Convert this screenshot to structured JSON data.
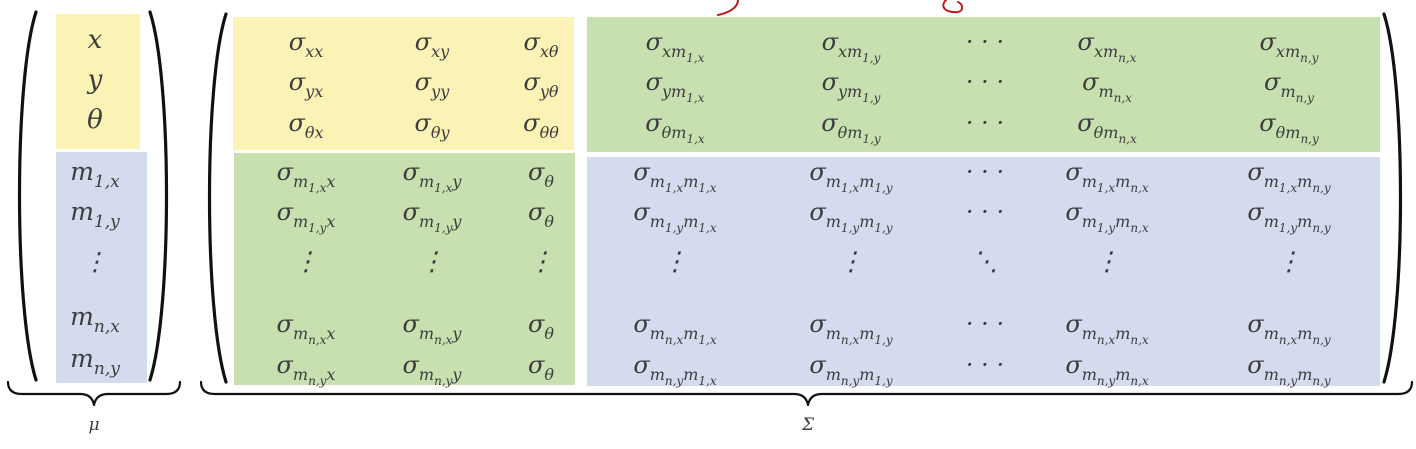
{
  "colors": {
    "yellow": "#fbf3b6",
    "green": "#c8e0b0",
    "blue": "#d4dbef",
    "ink": "#c01818"
  },
  "mu": {
    "label": "μ",
    "entries": [
      {
        "base": "x",
        "sub": ""
      },
      {
        "base": "y",
        "sub": ""
      },
      {
        "base": "θ",
        "sub": ""
      },
      {
        "base": "m",
        "sub": "1,x"
      },
      {
        "base": "m",
        "sub": "1,y"
      },
      {
        "base": "⋮",
        "sub": ""
      },
      {
        "base": "m",
        "sub": "n,x"
      },
      {
        "base": "m",
        "sub": "n,y"
      }
    ]
  },
  "sigma": {
    "label": "Σ",
    "rows": [
      [
        {
          "base": "σ",
          "sub": "xx"
        },
        {
          "base": "σ",
          "sub": "xy"
        },
        {
          "base": "σ",
          "sub": "xθ"
        },
        {
          "base": "σ",
          "sub": "xm",
          "sub2": "1,x"
        },
        {
          "base": "σ",
          "sub": "xm",
          "sub2": "1,y"
        },
        {
          "base": "· · ·",
          "sub": ""
        },
        {
          "base": "σ",
          "sub": "xm",
          "sub2": "n,x"
        },
        {
          "base": "σ",
          "sub": "xm",
          "sub2": "n,y"
        }
      ],
      [
        {
          "base": "σ",
          "sub": "yx"
        },
        {
          "base": "σ",
          "sub": "yy"
        },
        {
          "base": "σ",
          "sub": "yθ"
        },
        {
          "base": "σ",
          "sub": "ym",
          "sub2": "1,x"
        },
        {
          "base": "σ",
          "sub": "ym",
          "sub2": "1,y"
        },
        {
          "base": "· · ·",
          "sub": ""
        },
        {
          "base": "σ",
          "sub": "m",
          "sub2": "n,x"
        },
        {
          "base": "σ",
          "sub": "m",
          "sub2": "n,y"
        }
      ],
      [
        {
          "base": "σ",
          "sub": "θx"
        },
        {
          "base": "σ",
          "sub": "θy"
        },
        {
          "base": "σ",
          "sub": "θθ"
        },
        {
          "base": "σ",
          "sub": "θm",
          "sub2": "1,x"
        },
        {
          "base": "σ",
          "sub": "θm",
          "sub2": "1,y"
        },
        {
          "base": "· · ·",
          "sub": ""
        },
        {
          "base": "σ",
          "sub": "θm",
          "sub2": "n,x"
        },
        {
          "base": "σ",
          "sub": "θm",
          "sub2": "n,y"
        }
      ],
      [
        {
          "base": "σ",
          "sub": "m",
          "sub2": "1,x",
          "tail": "x"
        },
        {
          "base": "σ",
          "sub": "m",
          "sub2": "1,x",
          "tail": "y"
        },
        {
          "base": "σ",
          "sub": "θ"
        },
        {
          "base": "σ",
          "sub": "m",
          "sub2": "1,x",
          "tail": "m",
          "tail2": "1,x"
        },
        {
          "base": "σ",
          "sub": "m",
          "sub2": "1,x",
          "tail": "m",
          "tail2": "1,y"
        },
        {
          "base": "· · ·",
          "sub": ""
        },
        {
          "base": "σ",
          "sub": "m",
          "sub2": "1,x",
          "tail": "m",
          "tail2": "n,x"
        },
        {
          "base": "σ",
          "sub": "m",
          "sub2": "1,x",
          "tail": "m",
          "tail2": "n,y"
        }
      ],
      [
        {
          "base": "σ",
          "sub": "m",
          "sub2": "1,y",
          "tail": "x"
        },
        {
          "base": "σ",
          "sub": "m",
          "sub2": "1,y",
          "tail": "y"
        },
        {
          "base": "σ",
          "sub": "θ"
        },
        {
          "base": "σ",
          "sub": "m",
          "sub2": "1,y",
          "tail": "m",
          "tail2": "1,x"
        },
        {
          "base": "σ",
          "sub": "m",
          "sub2": "1,y",
          "tail": "m",
          "tail2": "1,y"
        },
        {
          "base": "· · ·",
          "sub": ""
        },
        {
          "base": "σ",
          "sub": "m",
          "sub2": "1,y",
          "tail": "m",
          "tail2": "n,x"
        },
        {
          "base": "σ",
          "sub": "m",
          "sub2": "1,y",
          "tail": "m",
          "tail2": "n,y"
        }
      ],
      [
        {
          "base": "⋮",
          "sub": ""
        },
        {
          "base": "⋮",
          "sub": ""
        },
        {
          "base": "⋮",
          "sub": ""
        },
        {
          "base": "⋮",
          "sub": ""
        },
        {
          "base": "⋮",
          "sub": ""
        },
        {
          "base": "⋱",
          "sub": ""
        },
        {
          "base": "⋮",
          "sub": ""
        },
        {
          "base": "⋮",
          "sub": ""
        }
      ],
      [
        {
          "base": "σ",
          "sub": "m",
          "sub2": "n,x",
          "tail": "x"
        },
        {
          "base": "σ",
          "sub": "m",
          "sub2": "n,x",
          "tail": "y"
        },
        {
          "base": "σ",
          "sub": "θ"
        },
        {
          "base": "σ",
          "sub": "m",
          "sub2": "n,x",
          "tail": "m",
          "tail2": "1,x"
        },
        {
          "base": "σ",
          "sub": "m",
          "sub2": "n,x",
          "tail": "m",
          "tail2": "1,y"
        },
        {
          "base": "· · ·",
          "sub": ""
        },
        {
          "base": "σ",
          "sub": "m",
          "sub2": "n,x",
          "tail": "m",
          "tail2": "n,x"
        },
        {
          "base": "σ",
          "sub": "m",
          "sub2": "n,x",
          "tail": "m",
          "tail2": "n,y"
        }
      ],
      [
        {
          "base": "σ",
          "sub": "m",
          "sub2": "n,y",
          "tail": "x"
        },
        {
          "base": "σ",
          "sub": "m",
          "sub2": "n,y",
          "tail": "y"
        },
        {
          "base": "σ",
          "sub": "θ"
        },
        {
          "base": "σ",
          "sub": "m",
          "sub2": "n,y",
          "tail": "m",
          "tail2": "1,x"
        },
        {
          "base": "σ",
          "sub": "m",
          "sub2": "n,y",
          "tail": "m",
          "tail2": "1,y"
        },
        {
          "base": "· · ·",
          "sub": ""
        },
        {
          "base": "σ",
          "sub": "m",
          "sub2": "n,y",
          "tail": "m",
          "tail2": "n,x"
        },
        {
          "base": "σ",
          "sub": "m",
          "sub2": "n,y",
          "tail": "m",
          "tail2": "n,y"
        }
      ]
    ]
  }
}
